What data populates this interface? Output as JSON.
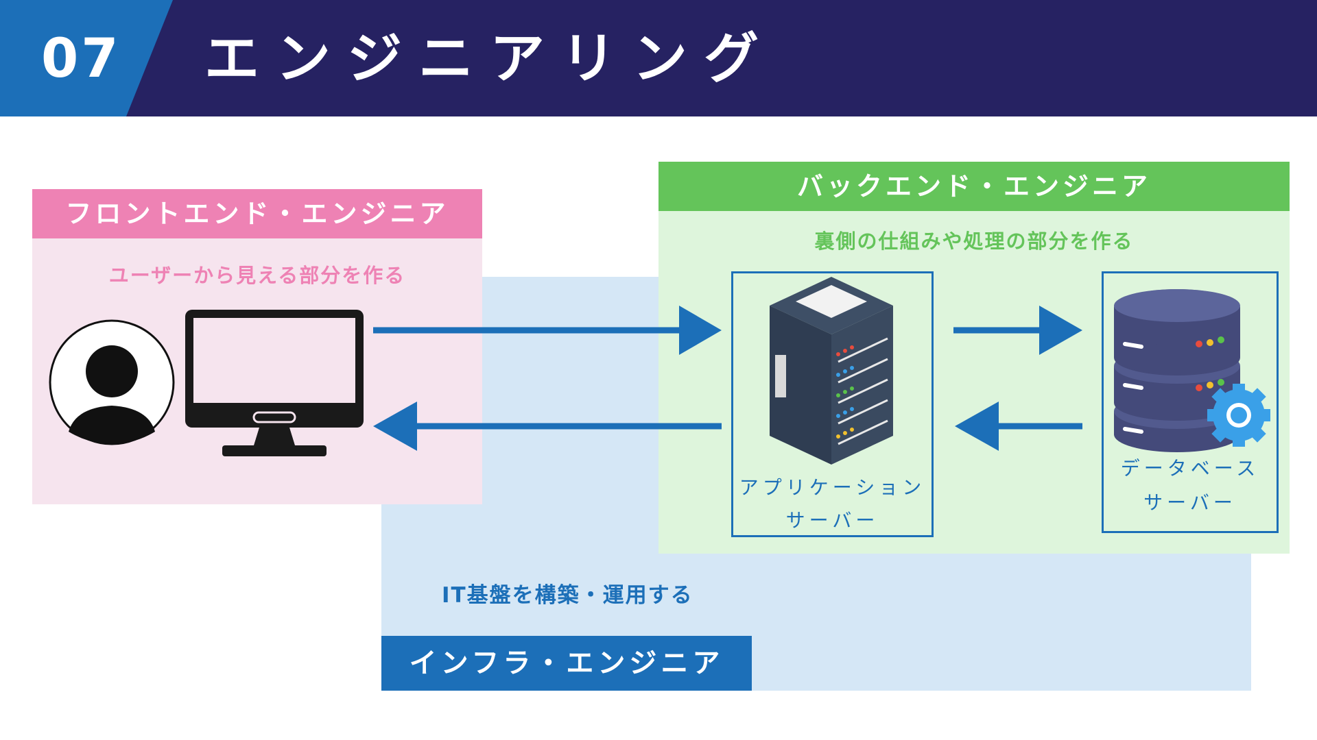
{
  "header": {
    "number": "07",
    "title": "エンジニアリング"
  },
  "frontend": {
    "title": "フロントエンド・エンジニア",
    "description": "ユーザーから見える部分を作る"
  },
  "backend": {
    "title": "バックエンド・エンジニア",
    "description": "裏側の仕組みや処理の部分を作る",
    "app_server": {
      "line1": "アプリケーション",
      "line2": "サーバー"
    },
    "db_server": {
      "line1": "データベース",
      "line2": "サーバー"
    }
  },
  "infra": {
    "title": "インフラ・エンジニア",
    "description": "IT基盤を構築・運用する"
  },
  "colors": {
    "header_bg": "#262262",
    "badge_bg": "#1c6fb8",
    "frontend": "#ee82b4",
    "backend": "#64c45a",
    "infra": "#1c6fb8"
  },
  "icons": [
    "user-icon",
    "monitor-icon",
    "app-server-icon",
    "database-server-icon",
    "gear-icon"
  ]
}
